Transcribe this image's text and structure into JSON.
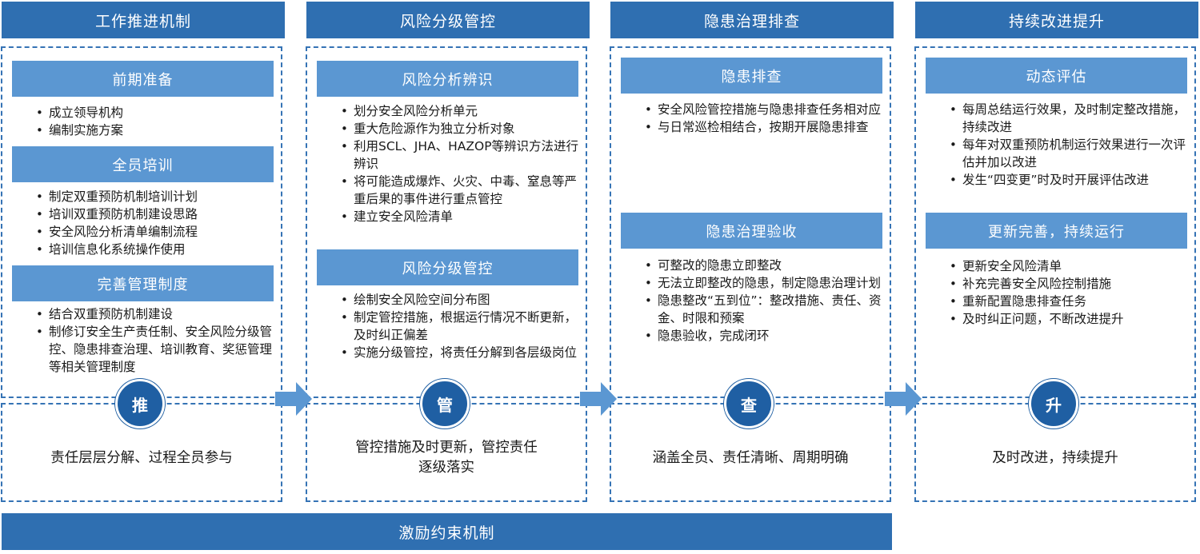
{
  "columns": [
    {
      "title": "工作推进机制",
      "circle": "推",
      "bottom": "责任层层分解、过程全员参与",
      "sections": [
        {
          "title": "前期准备",
          "items": [
            "成立领导机构",
            "编制实施方案"
          ]
        },
        {
          "title": "全员培训",
          "items": [
            "制定双重预防机制培训计划",
            "培训双重预防机制建设思路",
            "安全风险分析清单编制流程",
            "培训信息化系统操作使用"
          ]
        },
        {
          "title": "完善管理制度",
          "items": [
            "结合双重预防机制建设",
            "制修订安全生产责任制、安全风险分级管控、隐患排查治理、培训教育、奖惩管理等相关管理制度"
          ]
        }
      ]
    },
    {
      "title": "风险分级管控",
      "circle": "管",
      "bottom": "管控措施及时更新，管控责任\n逐级落实",
      "sections": [
        {
          "title": "风险分析辨识",
          "items": [
            "划分安全风险分析单元",
            "重大危险源作为独立分析对象",
            "利用SCL、JHA、HAZOP等辨识方法进行辨识",
            "将可能造成爆炸、火灾、中毒、窒息等严重后果的事件进行重点管控",
            "建立安全风险清单"
          ]
        },
        {
          "title": "风险分级管控",
          "items": [
            "绘制安全风险空间分布图",
            "制定管控措施，根据运行情况不断更新，及时纠正偏差",
            "实施分级管控，将责任分解到各层级岗位"
          ]
        }
      ]
    },
    {
      "title": "隐患治理排查",
      "circle": "查",
      "bottom": "涵盖全员、责任清晰、周期明确",
      "sections": [
        {
          "title": "隐患排查",
          "items": [
            "安全风险管控措施与隐患排查任务相对应",
            "与日常巡检相结合，按期开展隐患排查"
          ]
        },
        {
          "title": "隐患治理验收",
          "items": [
            "可整改的隐患立即整改",
            "无法立即整改的隐患，制定隐患治理计划",
            "隐患整改“五到位”：整改措施、责任、资金、时限和预案",
            "隐患验收，完成闭环"
          ]
        }
      ]
    },
    {
      "title": "持续改进提升",
      "circle": "升",
      "bottom": "及时改进，持续提升",
      "sections": [
        {
          "title": "动态评估",
          "items": [
            "每周总结运行效果，及时制定整改措施，持续改进",
            "每年对双重预防机制运行效果进行一次评估并加以改进",
            "发生“四变更”时及时开展评估改进"
          ]
        },
        {
          "title": "更新完善，持续运行",
          "items": [
            "更新安全风险清单",
            "补充完善安全风险控制措施",
            "重新配置隐患排查任务",
            "及时纠正问题，不断改进提升"
          ]
        }
      ]
    }
  ],
  "footer": "激励约束机制",
  "colors": {
    "header": "#2f6fb1",
    "section": "#5b97d2",
    "border": "#3573b5",
    "circle": "#1f5fa3"
  }
}
